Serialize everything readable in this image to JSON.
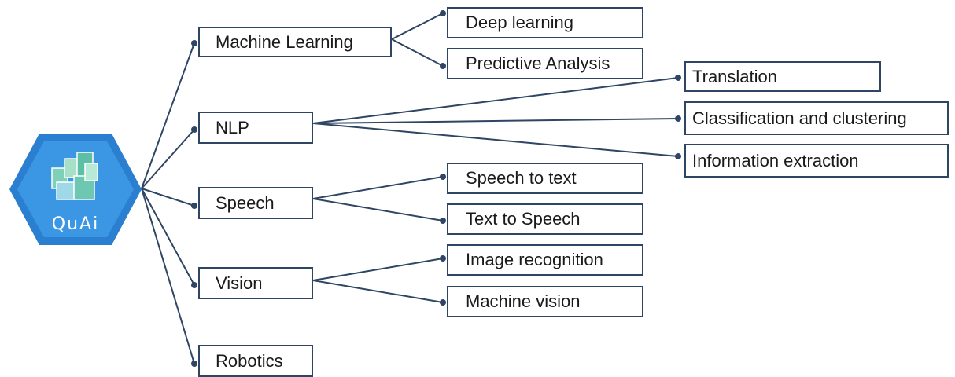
{
  "logo": {
    "text": "QuAi",
    "colors": {
      "outer": "#2a7fd0",
      "inner": "#3b97e3",
      "cube": "#7fd0b8",
      "text": "#ffffff"
    }
  },
  "colors": {
    "line": "#2f4564",
    "box_border": "#2f4564",
    "text": "#1a1a1a"
  },
  "categories": {
    "machine_learning": {
      "label": "Machine Learning",
      "children": [
        "Deep learning",
        "Predictive Analysis"
      ]
    },
    "nlp": {
      "label": "NLP",
      "children": [
        "Translation",
        "Classification and clustering",
        "Information extraction"
      ]
    },
    "speech": {
      "label": "Speech",
      "children": [
        "Speech to text",
        "Text to Speech"
      ]
    },
    "vision": {
      "label": "Vision",
      "children": [
        "Image recognition",
        "Machine vision"
      ]
    },
    "robotics": {
      "label": "Robotics",
      "children": []
    }
  }
}
